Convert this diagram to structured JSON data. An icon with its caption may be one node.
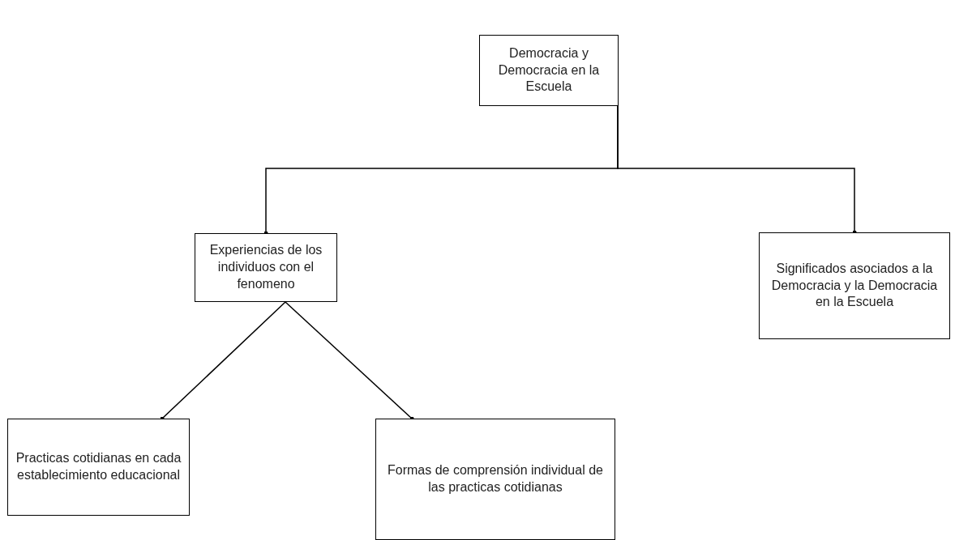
{
  "diagram": {
    "nodes": [
      {
        "text": [
          "Democracia y Democracia en la Escuela"
        ]
      },
      {
        "text": [
          "Experiencias de los individuos con el fenomeno"
        ]
      },
      {
        "text": [
          "Significados asociados a la Democracia y la Democracia en la Escuela"
        ]
      },
      {
        "text": [
          "Practicas cotidianas en cada establecimiento educacional"
        ]
      },
      {
        "text": [
          "Formas de comprensión individual de las practicas cotidianas"
        ]
      }
    ],
    "edges": [
      {
        "from": 0,
        "to": 1,
        "arrow": "other"
      },
      {
        "from": 0,
        "to": 2,
        "arrow": "other"
      },
      {
        "from": 1,
        "to": 3,
        "arrow": "other"
      },
      {
        "from": 1,
        "to": 4,
        "arrow": "other"
      }
    ]
  }
}
